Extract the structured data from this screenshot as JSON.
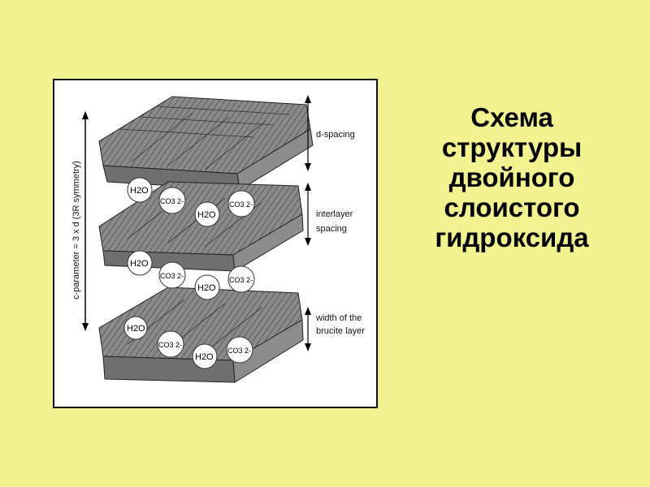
{
  "slide": {
    "title_lines": [
      "Схема",
      "структуры",
      "двойного",
      "слоистого",
      "гидроксида"
    ]
  },
  "diagram": {
    "c_parameter_label": "c-parameter = 3 x d (3R symmetry)",
    "d_spacing_label": "d-spacing",
    "interlayer_label_line1": "interlayer",
    "interlayer_label_line2": "spacing",
    "brucite_label_line1": "width of the",
    "brucite_label_line2": "brucite layer",
    "water_label": "H2O",
    "carbonate_label": "CO3 2-"
  },
  "colors": {
    "background": "#f3f291",
    "octahedra_dark": "#6f6f6f",
    "octahedra_light": "#a7a7a7"
  }
}
